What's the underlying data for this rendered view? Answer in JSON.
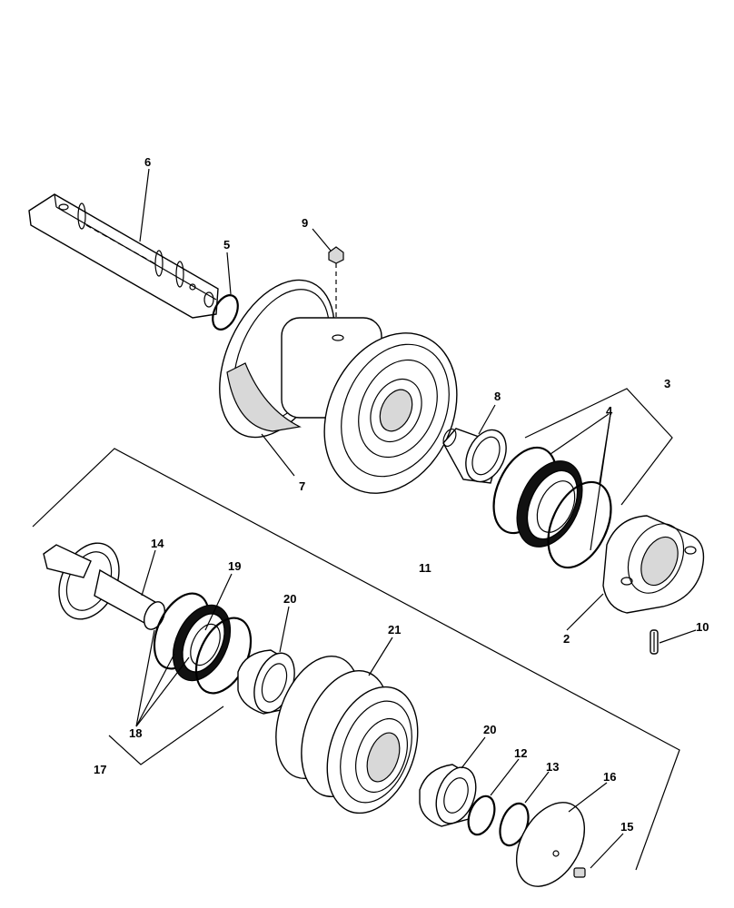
{
  "labels": {
    "l2": "2",
    "l3": "3",
    "l4": "4",
    "l5": "5",
    "l6": "6",
    "l7": "7",
    "l8": "8",
    "l9": "9",
    "l10": "10",
    "l11": "11",
    "l12": "12",
    "l13": "13",
    "l14": "14",
    "l15": "15",
    "l16": "16",
    "l17": "17",
    "l18": "18",
    "l19": "19",
    "l20a": "20",
    "l20b": "20",
    "l21": "21"
  }
}
